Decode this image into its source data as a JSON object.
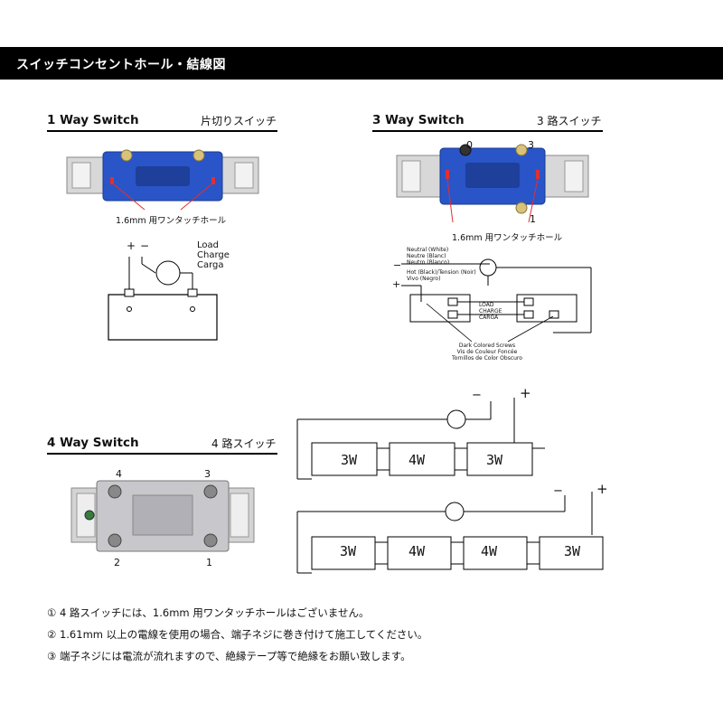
{
  "header": {
    "title": "スイッチコンセントホール・結線図"
  },
  "one_way": {
    "title": "1 Way Switch",
    "title_jp": "片切りスイッチ",
    "hole_label": "1.6mm 用ワンタッチホール",
    "plus": "+",
    "minus": "−",
    "load_lines": [
      "Load",
      "Charge",
      "Carga"
    ]
  },
  "three_way": {
    "title": "3 Way Switch",
    "title_jp": "3 路スイッチ",
    "terminal_0": "0",
    "terminal_3": "3",
    "terminal_1": "1",
    "hole_label": "1.6mm 用ワンタッチホール",
    "neutral_lines": [
      "Neutral (White)",
      "Neutre (Blanc)",
      "Neutro (Blanco)"
    ],
    "hot_lines": [
      "Hot (Black)/Tension (Noir)",
      "Vivo (Negro)"
    ],
    "minus": "−",
    "plus": "+",
    "load_lines": [
      "LOAD",
      "CHARGE",
      "CARGA"
    ],
    "screws_lines": [
      "Dark Colored Screws",
      "Vis de Couleur Foncée",
      "Tornillos de Color Obscuro"
    ]
  },
  "four_way": {
    "title": "4 Way Switch",
    "title_jp": "4 路スイッチ",
    "terminal_4": "4",
    "terminal_3": "3",
    "terminal_2": "2",
    "terminal_1": "1"
  },
  "wiring": {
    "row1": {
      "minus": "−",
      "plus": "+",
      "switches": [
        "3W",
        "4W",
        "3W"
      ]
    },
    "row2": {
      "minus": "−",
      "plus": "+",
      "switches": [
        "3W",
        "4W",
        "4W",
        "3W"
      ]
    }
  },
  "notes": [
    "① 4 路スイッチには、1.6mm 用ワンタッチホールはございません。",
    "② 1.61mm 以上の電線を使用の場合、端子ネジに巻き付けて施工してください。",
    "③ 端子ネジには電流が流れますので、絶縁テープ等で絶縁をお願い致します。"
  ]
}
